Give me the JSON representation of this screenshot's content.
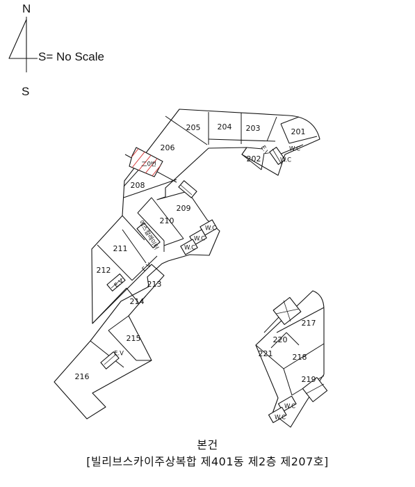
{
  "legend": {
    "north": "N",
    "south": "S",
    "scale": "S= No Scale"
  },
  "rooms": [
    "201",
    "202",
    "203",
    "204",
    "205",
    "206",
    "208",
    "209",
    "210",
    "211",
    "212",
    "213",
    "214",
    "215",
    "216",
    "217",
    "218",
    "219",
    "220",
    "221"
  ],
  "labels": {
    "wc": "W.C",
    "ev": "E.V",
    "escalator": "에스컬레이터",
    "highlight": "二0번"
  },
  "caption": {
    "line1": "본건",
    "line2": "[빌리브스카이주상복합 제401동 제2층 제207호]"
  },
  "colors": {
    "highlight_hatch": "#d63a3a",
    "line": "#111111"
  }
}
